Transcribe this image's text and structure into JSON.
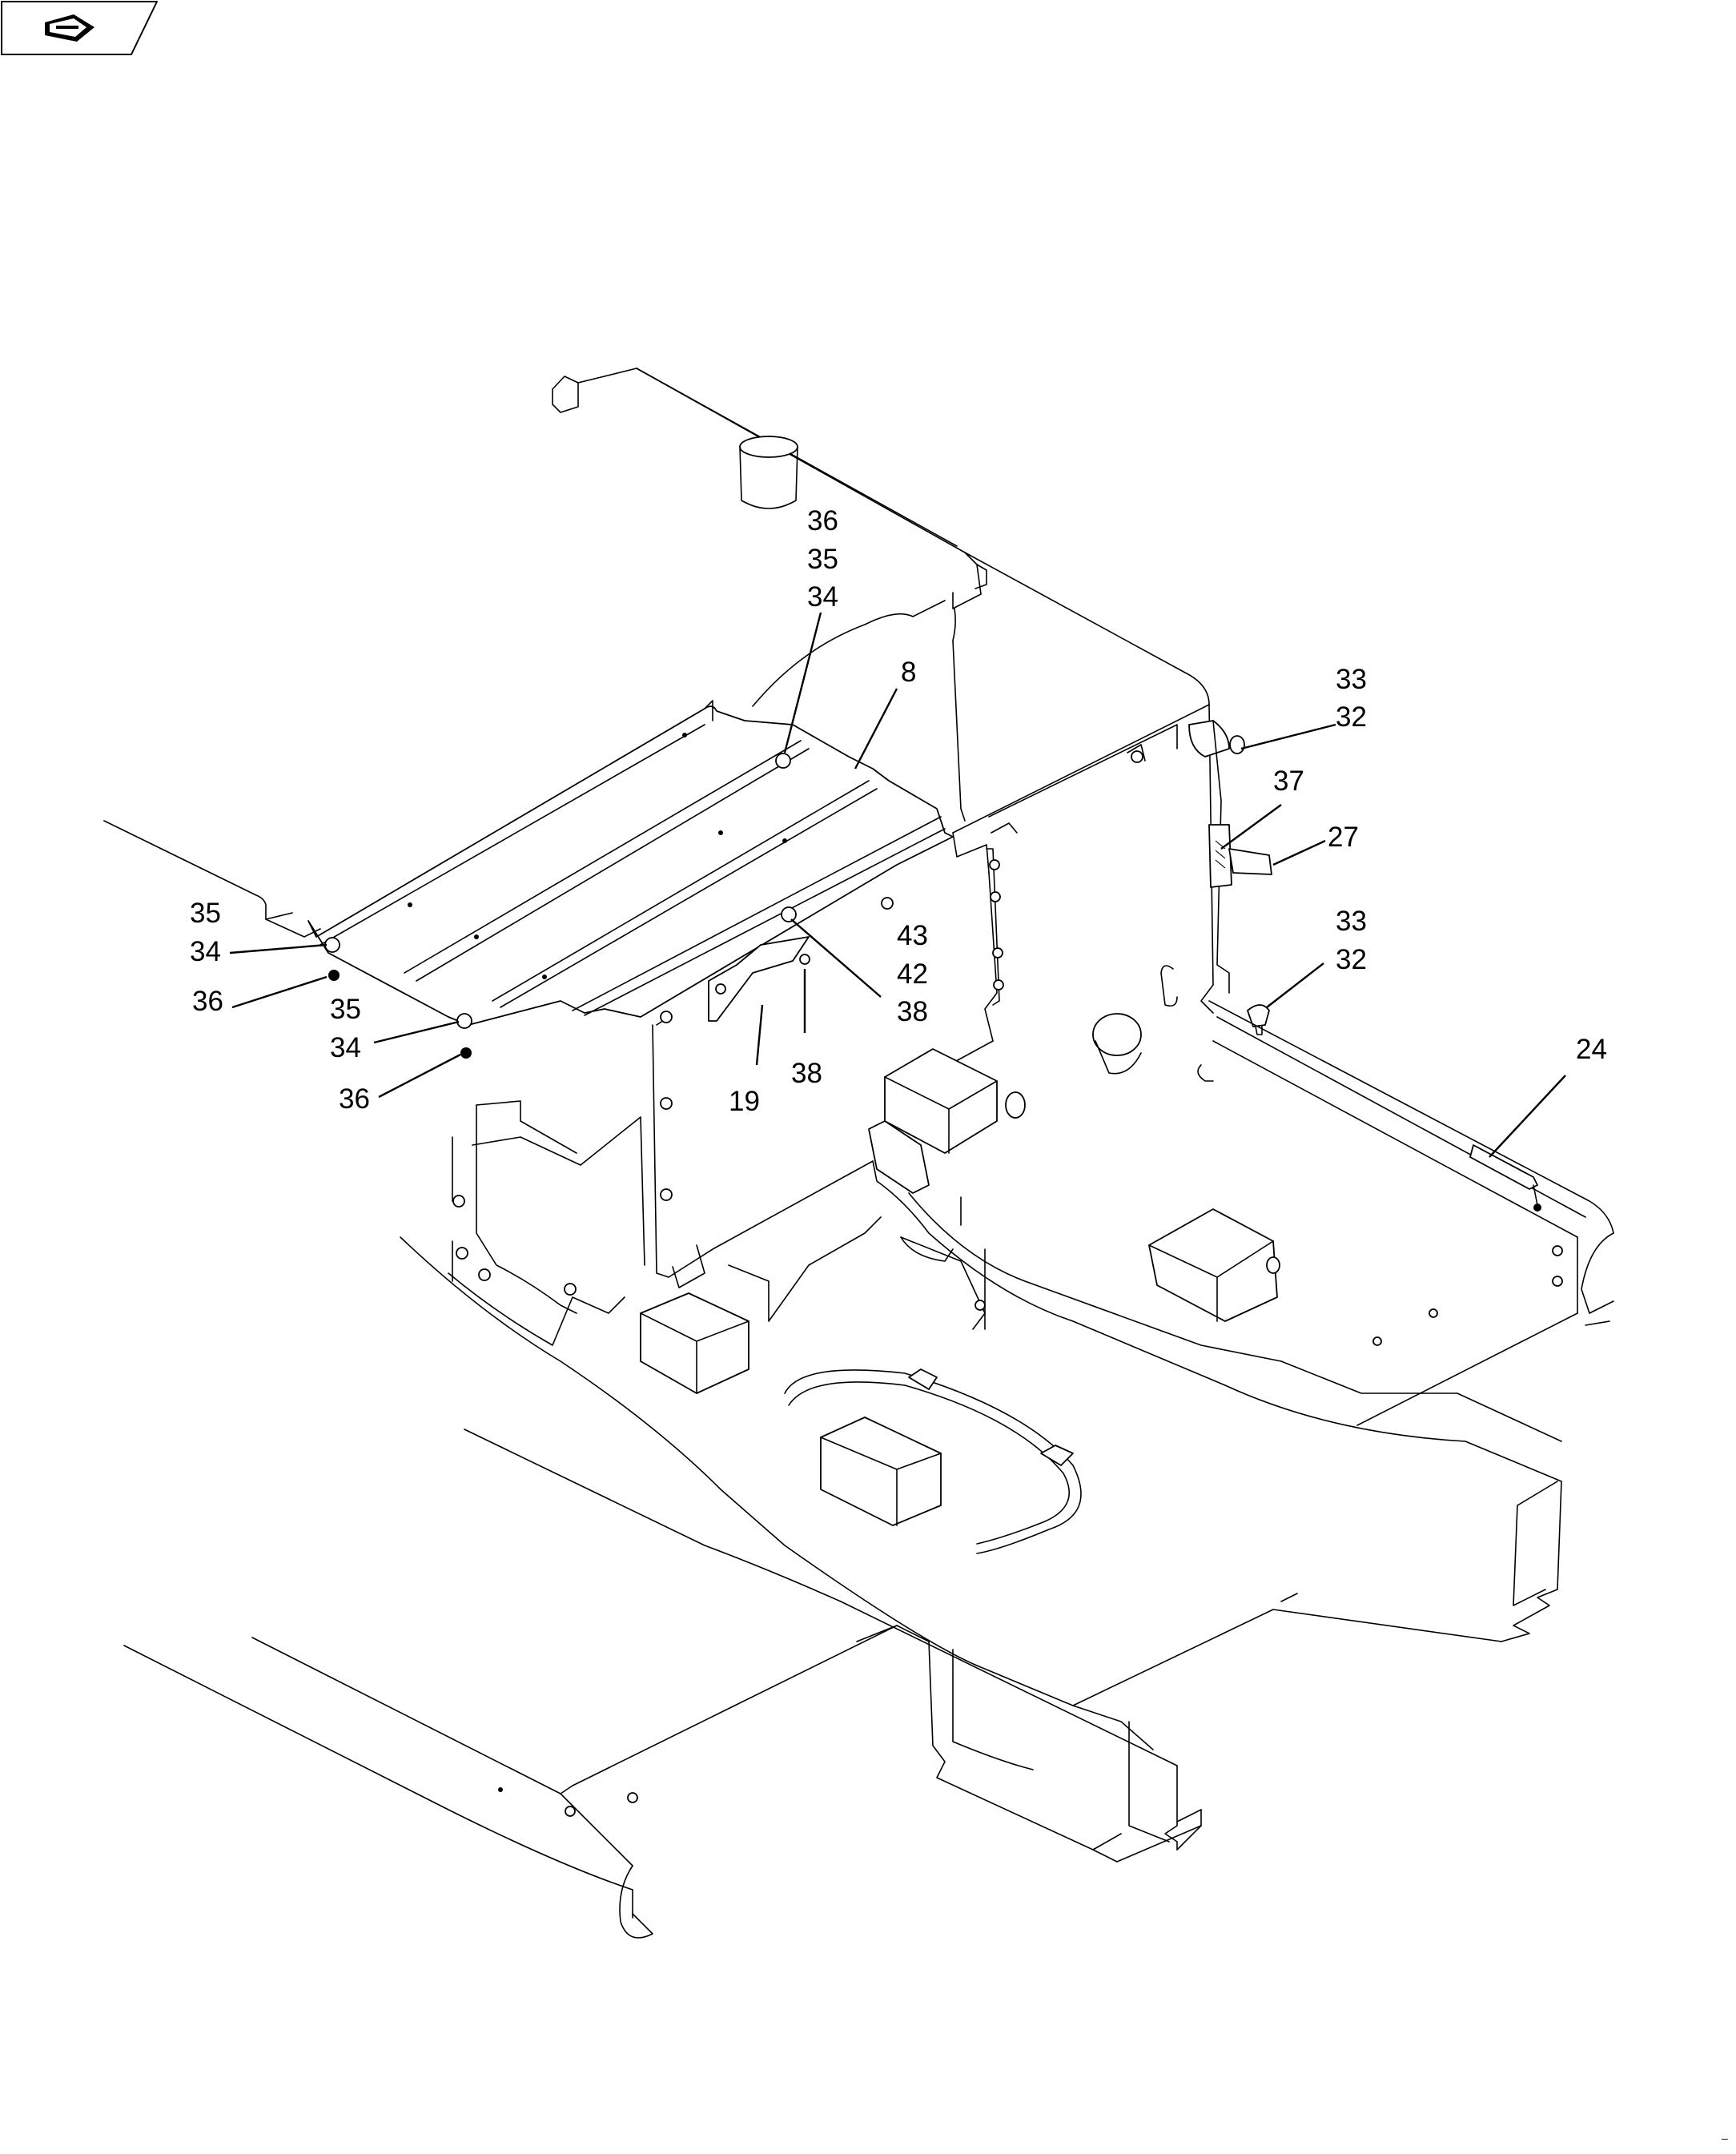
{
  "nav": {
    "icon": "next-page-arrow-icon"
  },
  "callouts": {
    "c36a": "36",
    "c35a": "35",
    "c34a": "34",
    "c8": "8",
    "c33a": "33",
    "c32a": "32",
    "c37": "37",
    "c27": "27",
    "c33b": "33",
    "c32b": "32",
    "c35b": "35",
    "c34b": "34",
    "c36b": "36",
    "c43": "43",
    "c42": "42",
    "c38a": "38",
    "c35c": "35",
    "c34c": "34",
    "c36c": "36",
    "c19": "19",
    "c38b": "38",
    "c24": "24"
  },
  "footer_mark": "–"
}
